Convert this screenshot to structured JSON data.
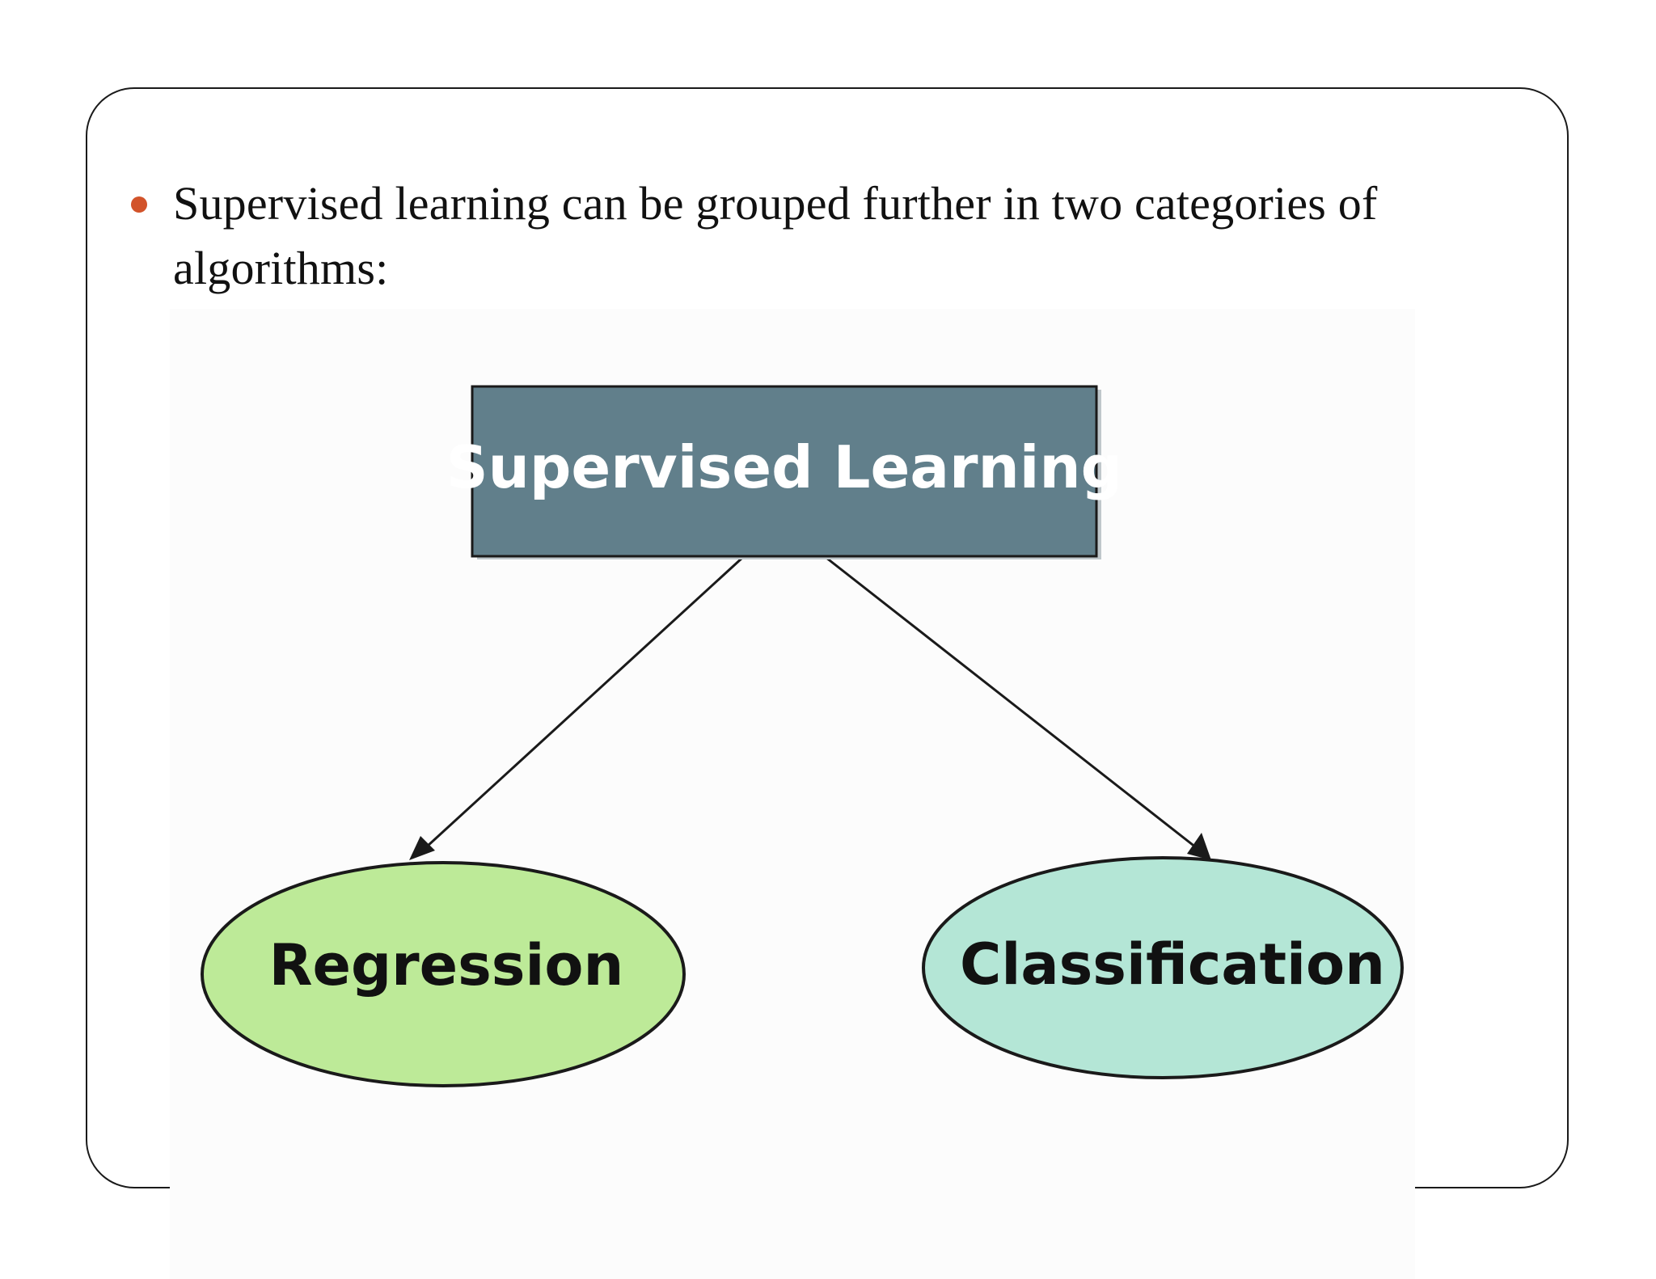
{
  "slide": {
    "bullet_text": "Supervised learning can be grouped further in two categories of algorithms:"
  },
  "diagram": {
    "root": {
      "label": "Supervised Learning",
      "fill": "#617f8b",
      "text_color": "#ffffff"
    },
    "children": [
      {
        "label": "Regression",
        "fill": "#bdea98",
        "text_color": "#111111"
      },
      {
        "label": "Classification",
        "fill": "#b4e6d6",
        "text_color": "#111111"
      }
    ]
  },
  "colors": {
    "bullet": "#d2532a",
    "frame_border": "#1a1a1a",
    "edge": "#1a1a1a"
  }
}
